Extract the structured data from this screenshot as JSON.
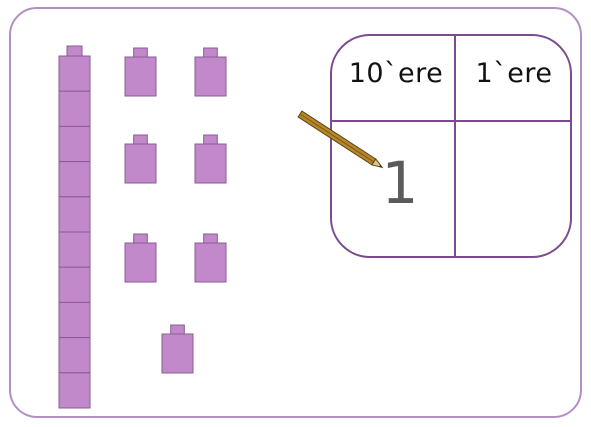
{
  "place_value_chart": {
    "headers": {
      "tens": "10`ere",
      "ones": "1`ere"
    },
    "values": {
      "tens": "1",
      "ones": ""
    }
  },
  "blocks": {
    "ten_rods": 1,
    "unit_cubes": 7,
    "cube_color": "#c189c9",
    "cube_edge": "#8a5a96"
  },
  "colors": {
    "board_border": "#b390c4",
    "chart_lines": "#7b4a8f",
    "pencil": "#a5771f"
  }
}
